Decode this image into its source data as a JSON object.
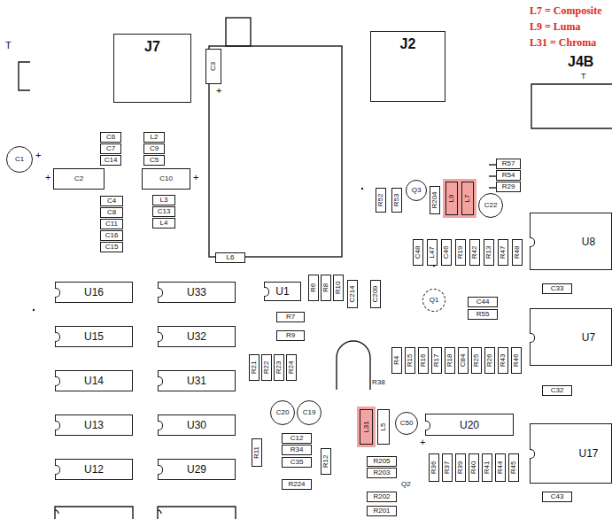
{
  "diagram": {
    "nodes": [
      {
        "text": [
          "J7"
        ]
      },
      {
        "text": [
          "C3"
        ]
      },
      {
        "text": [
          "J2"
        ]
      },
      {
        "text": [
          "C1"
        ]
      },
      {
        "text": [
          "C6"
        ]
      },
      {
        "text": [
          "L2"
        ]
      },
      {
        "text": [
          "C7"
        ]
      },
      {
        "text": [
          "C9"
        ]
      },
      {
        "text": [
          "C14"
        ]
      },
      {
        "text": [
          "C5"
        ]
      },
      {
        "text": [
          "C2"
        ]
      },
      {
        "text": [
          "C10"
        ]
      },
      {
        "text": [
          "L3"
        ]
      },
      {
        "text": [
          "C13"
        ]
      },
      {
        "text": [
          "L4"
        ]
      },
      {
        "text": [
          "C4"
        ]
      },
      {
        "text": [
          "C8"
        ]
      },
      {
        "text": [
          "C11"
        ]
      },
      {
        "text": [
          "C16"
        ]
      },
      {
        "text": [
          "C15"
        ]
      },
      {
        "text": [
          "L6"
        ]
      },
      {
        "text": [
          "R52"
        ]
      },
      {
        "text": [
          "R53"
        ]
      },
      {
        "text": [
          "Q3"
        ]
      },
      {
        "text": [
          "R204"
        ]
      },
      {
        "text": [
          "L9"
        ]
      },
      {
        "text": [
          "L7"
        ]
      },
      {
        "text": [
          "C22"
        ]
      },
      {
        "text": [
          "R57"
        ]
      },
      {
        "text": [
          "R54"
        ]
      },
      {
        "text": [
          "R29"
        ]
      },
      {
        "text": [
          "U8"
        ]
      },
      {
        "text": [
          "C48"
        ]
      },
      {
        "text": [
          "L47"
        ]
      },
      {
        "text": [
          "C46"
        ]
      },
      {
        "text": [
          "R19"
        ]
      },
      {
        "text": [
          "R42"
        ]
      },
      {
        "text": [
          "R13"
        ]
      },
      {
        "text": [
          "R47"
        ]
      },
      {
        "text": [
          "R48"
        ]
      },
      {
        "text": [
          "U16"
        ]
      },
      {
        "text": [
          "U33"
        ]
      },
      {
        "text": [
          "U1"
        ]
      },
      {
        "text": [
          "R6"
        ]
      },
      {
        "text": [
          "R8"
        ]
      },
      {
        "text": [
          "R10"
        ]
      },
      {
        "text": [
          "C214"
        ]
      },
      {
        "text": [
          "C209"
        ]
      },
      {
        "text": [
          "Q1"
        ]
      },
      {
        "text": [
          "C44"
        ]
      },
      {
        "text": [
          "R55"
        ]
      },
      {
        "text": [
          "C33"
        ]
      },
      {
        "text": [
          "R7"
        ]
      },
      {
        "text": [
          "R9"
        ]
      },
      {
        "text": [
          "U15"
        ]
      },
      {
        "text": [
          "U32"
        ]
      },
      {
        "text": [
          "U7"
        ]
      },
      {
        "text": [
          "R21"
        ]
      },
      {
        "text": [
          "R22"
        ]
      },
      {
        "text": [
          "R23"
        ]
      },
      {
        "text": [
          "R24"
        ]
      },
      {
        "text": [
          "U14"
        ]
      },
      {
        "text": [
          "U31"
        ]
      },
      {
        "text": [
          "R4"
        ]
      },
      {
        "text": [
          "R15"
        ]
      },
      {
        "text": [
          "R16"
        ]
      },
      {
        "text": [
          "R17"
        ]
      },
      {
        "text": [
          "R18"
        ]
      },
      {
        "text": [
          "C84"
        ]
      },
      {
        "text": [
          "R25"
        ]
      },
      {
        "text": [
          "R26"
        ]
      },
      {
        "text": [
          "R43"
        ]
      },
      {
        "text": [
          "R46"
        ]
      },
      {
        "text": [
          "C32"
        ]
      },
      {
        "text": [
          "C20"
        ]
      },
      {
        "text": [
          "C19"
        ]
      },
      {
        "text": [
          "L31"
        ]
      },
      {
        "text": [
          "L5"
        ]
      },
      {
        "text": [
          "C50"
        ]
      },
      {
        "text": [
          "U20"
        ]
      },
      {
        "text": [
          "U13"
        ]
      },
      {
        "text": [
          "U30"
        ]
      },
      {
        "text": [
          "U17"
        ]
      },
      {
        "text": [
          "C12"
        ]
      },
      {
        "text": [
          "R34"
        ]
      },
      {
        "text": [
          "C35"
        ]
      },
      {
        "text": [
          "R11"
        ]
      },
      {
        "text": [
          "R12"
        ]
      },
      {
        "text": [
          "R205"
        ]
      },
      {
        "text": [
          "R203"
        ]
      },
      {
        "text": [
          "R202"
        ]
      },
      {
        "text": [
          "R201"
        ]
      },
      {
        "text": [
          "R224"
        ]
      },
      {
        "text": [
          "R36"
        ]
      },
      {
        "text": [
          "R37"
        ]
      },
      {
        "text": [
          "R39"
        ]
      },
      {
        "text": [
          "R40"
        ]
      },
      {
        "text": [
          "R41"
        ]
      },
      {
        "text": [
          "R44"
        ]
      },
      {
        "text": [
          "R45"
        ]
      },
      {
        "text": [
          "U12"
        ]
      },
      {
        "text": [
          "U29"
        ]
      },
      {
        "text": [
          "C43"
        ]
      }
    ],
    "labels": [
      "T",
      "T",
      "J4B",
      "L7 = Composite",
      "L9 = Luma",
      "L31 = Chroma",
      "+",
      "+",
      "+",
      "+",
      "R38",
      "Q2",
      "+"
    ]
  }
}
